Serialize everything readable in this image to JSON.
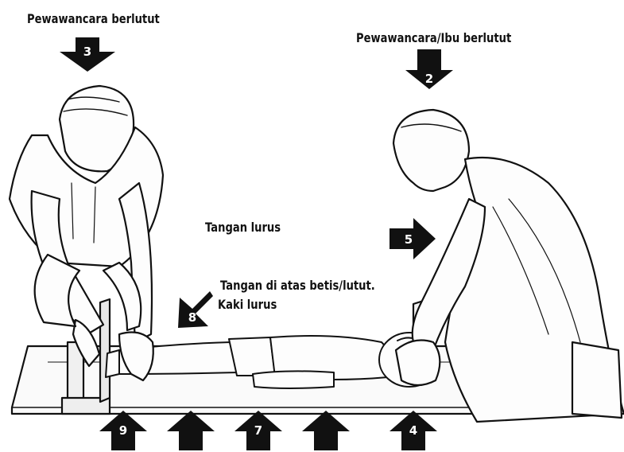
{
  "labels": {
    "interviewer_kneeling": "Pewawancara berlutut",
    "interviewer_mother_kneeling": "Pewawancara/Ibu berlutut",
    "hands_straight": "Tangan lurus",
    "hands_on_shin_line1": "Tangan di atas betis/lutut.",
    "hands_on_shin_line2": "Kaki lurus"
  },
  "arrow_numbers": {
    "a3": "3",
    "a2": "2",
    "a5": "5",
    "a8": "8",
    "a9": "9",
    "a7": "7",
    "a4": "4"
  }
}
